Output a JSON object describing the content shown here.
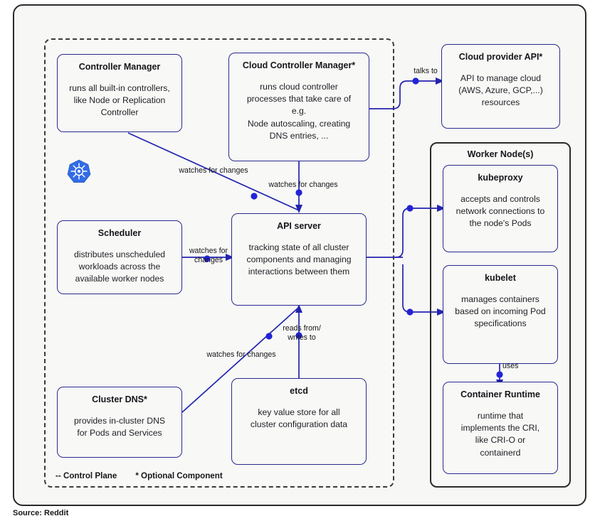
{
  "frame": {
    "outer_border_color": "#2b2b2b",
    "canvas_bg": "#ffffff",
    "panel_bg": "#f7f7f5"
  },
  "colors": {
    "node_border": "#2a2a8f",
    "wire": "#2323b0",
    "dot": "#2323d6",
    "group_border": "#2b2b2b",
    "text": "#15161a",
    "k8s_blue": "#326ce5"
  },
  "groups": {
    "control_plane": {
      "label": "-- Control Plane",
      "style": "dashed"
    },
    "worker_node": {
      "title": "Worker Node(s)",
      "style": "solid"
    }
  },
  "nodes": {
    "controller_manager": {
      "title": "Controller Manager",
      "desc": "runs all built-in controllers,\nlike Node or Replication\nController"
    },
    "cloud_controller_manager": {
      "title": "Cloud Controller Manager*",
      "desc": "runs cloud controller\nprocesses that take care of\ne.g.\nNode autoscaling, creating\nDNS entries, ..."
    },
    "cloud_provider_api": {
      "title": "Cloud provider API*",
      "desc": "API to manage cloud\n(AWS, Azure, GCP,...)\nresources"
    },
    "scheduler": {
      "title": "Scheduler",
      "desc": "distributes unscheduled\nworkloads across the\navailable worker nodes"
    },
    "api_server": {
      "title": "API server",
      "desc": "tracking state of all cluster\ncomponents and managing\ninteractions between them"
    },
    "cluster_dns": {
      "title": "Cluster DNS*",
      "desc": "provides in-cluster DNS\nfor Pods and Services"
    },
    "etcd": {
      "title": "etcd",
      "desc": "key value store for all\ncluster configuration data"
    },
    "kubeproxy": {
      "title": "kubeproxy",
      "desc": "accepts and controls\nnetwork connections to\nthe node's Pods"
    },
    "kubelet": {
      "title": "kubelet",
      "desc": "manages containers\nbased on incoming Pod\nspecifications"
    },
    "container_runtime": {
      "title": "Container Runtime",
      "desc": "runtime that\nimplements the CRI,\nlike CRI-O or\ncontainerd"
    }
  },
  "edges": {
    "ccm_to_cloud_api": "talks to",
    "cm_to_api": "watches for changes",
    "ccm_to_api": "watches for changes",
    "scheduler_to_api": "watches for\nchanges",
    "etcd_to_api": "reads from/\nwrites to",
    "dns_to_api": "watches for changes",
    "kubelet_to_runtime": "uses"
  },
  "legend": {
    "control_plane": "-- Control Plane",
    "optional_component": "* Optional Component"
  },
  "footer": {
    "source": "Source: Reddit"
  }
}
